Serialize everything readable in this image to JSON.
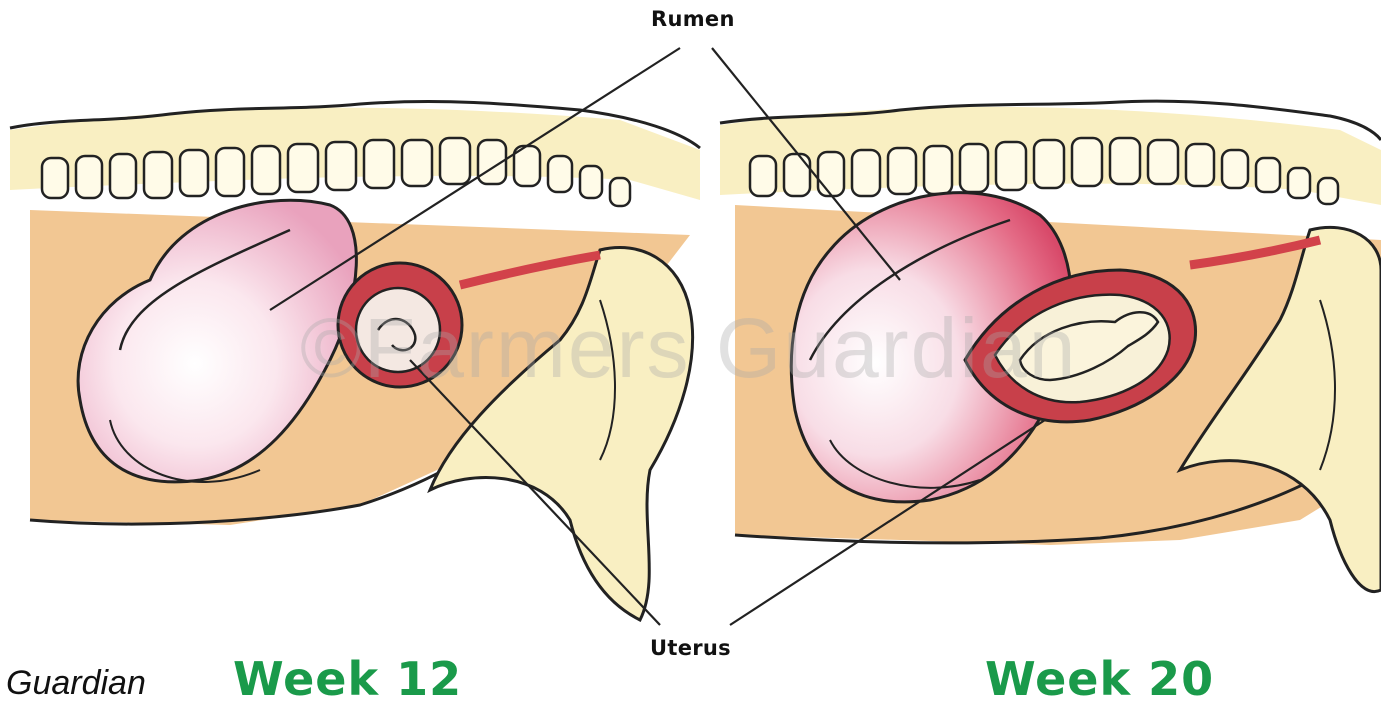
{
  "labels": {
    "rumen": "Rumen",
    "uterus": "Uterus"
  },
  "panels": [
    {
      "title": "Week 12"
    },
    {
      "title": "Week 20"
    }
  ],
  "credit": "Guardian",
  "watermark": "©Farmers Guardian",
  "colors": {
    "belly": "#f2c793",
    "bone": "#f9efc2",
    "rumen_pink": "#f1b6c7",
    "uterus_red": "#d2424a",
    "week_title": "#1a9a4a"
  }
}
